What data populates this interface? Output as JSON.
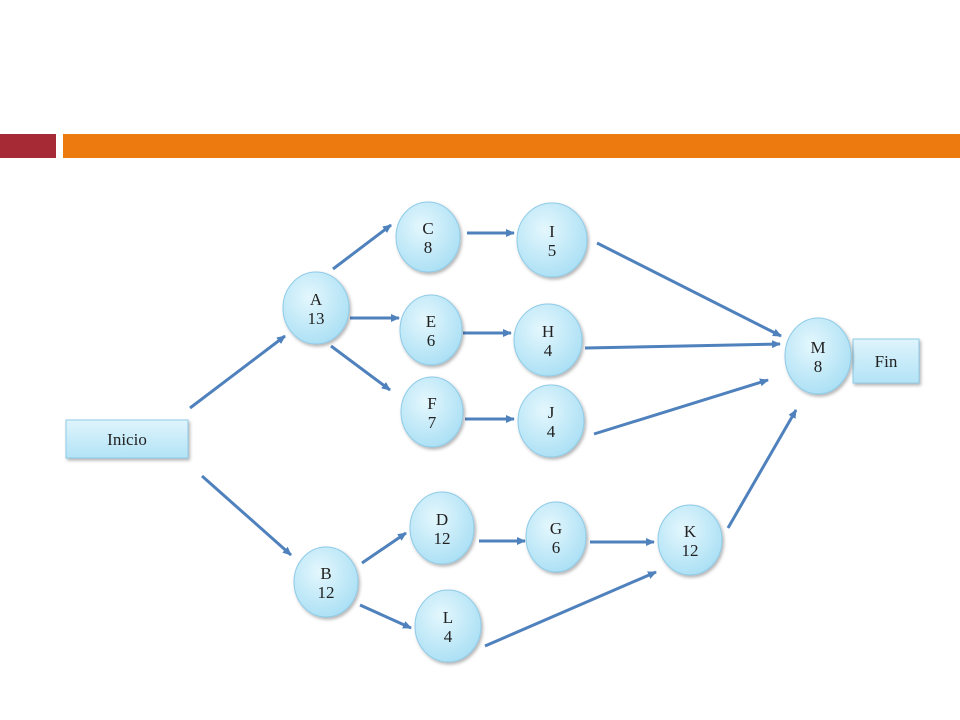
{
  "colors": {
    "accent_red": "#a52a35",
    "accent_orange": "#ec7a0e",
    "node_fill": "#bfe9f8",
    "node_stroke": "#8fcbe8",
    "arrow": "#4f81bd"
  },
  "diagram": {
    "start_label": "Inicio",
    "end_label": "Fin",
    "activities": [
      {
        "id": "A",
        "name": "A",
        "duration": "13"
      },
      {
        "id": "B",
        "name": "B",
        "duration": "12"
      },
      {
        "id": "C",
        "name": "C",
        "duration": "8"
      },
      {
        "id": "E",
        "name": "E",
        "duration": "6"
      },
      {
        "id": "F",
        "name": "F",
        "duration": "7"
      },
      {
        "id": "I",
        "name": "I",
        "duration": "5"
      },
      {
        "id": "H",
        "name": "H",
        "duration": "4"
      },
      {
        "id": "J",
        "name": "J",
        "duration": "4"
      },
      {
        "id": "D",
        "name": "D",
        "duration": "12"
      },
      {
        "id": "G",
        "name": "G",
        "duration": "6"
      },
      {
        "id": "L",
        "name": "L",
        "duration": "4"
      },
      {
        "id": "K",
        "name": "K",
        "duration": "12"
      },
      {
        "id": "M",
        "name": "M",
        "duration": "8"
      }
    ],
    "dependencies": [
      [
        "Inicio",
        "A"
      ],
      [
        "Inicio",
        "B"
      ],
      [
        "A",
        "C"
      ],
      [
        "A",
        "E"
      ],
      [
        "A",
        "F"
      ],
      [
        "C",
        "I"
      ],
      [
        "E",
        "H"
      ],
      [
        "F",
        "J"
      ],
      [
        "I",
        "M"
      ],
      [
        "H",
        "M"
      ],
      [
        "J",
        "M"
      ],
      [
        "B",
        "D"
      ],
      [
        "B",
        "L"
      ],
      [
        "D",
        "G"
      ],
      [
        "G",
        "K"
      ],
      [
        "L",
        "K"
      ],
      [
        "K",
        "M"
      ],
      [
        "M",
        "Fin"
      ]
    ]
  }
}
